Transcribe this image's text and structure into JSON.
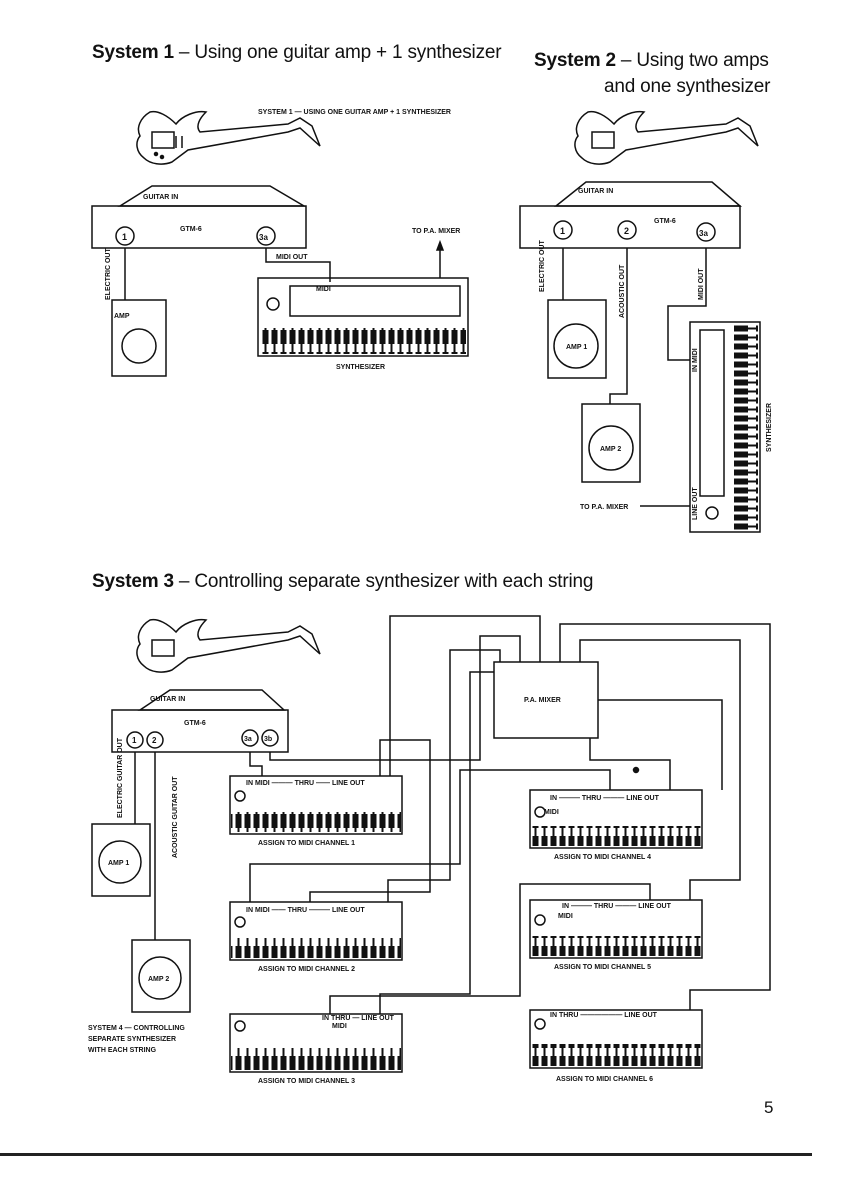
{
  "headings": {
    "system1_bold": "System 1",
    "system1_rest": " – Using one guitar amp + 1 synthesizer",
    "system2_bold": "System 2",
    "system2_rest": " – Using two amps",
    "system2_line2": "and one synthesizer",
    "system3_bold": "System 3",
    "system3_rest": " – Controlling separate synthesizer with each string"
  },
  "diagram1": {
    "caption": "SYSTEM 1 — USING ONE GUITAR AMP + 1 SYNTHESIZER",
    "guitar_in": "GUITAR IN",
    "gtm": "GTM-6",
    "port1": "1",
    "port3a": "3a",
    "electric_out": "ELECTRIC OUT",
    "midi_out": "MIDI OUT",
    "to_pa_mixer": "TO P.A. MIXER",
    "midi": "MIDI",
    "amp": "AMP",
    "synthesizer": "SYNTHESIZER"
  },
  "diagram2": {
    "guitar_in": "GUITAR IN",
    "gtm": "GTM-6",
    "port1": "1",
    "port2": "2",
    "port3a": "3a",
    "electric_out": "ELECTRIC OUT",
    "acoustic_out": "ACOUSTIC OUT",
    "midi_out": "MIDI OUT",
    "in_midi": "IN MIDI",
    "line_out": "LINE OUT",
    "amp1": "AMP 1",
    "amp2": "AMP 2",
    "to_pa_mixer": "TO P.A. MIXER",
    "synthesizer": "SYNTHESIZER"
  },
  "diagram3": {
    "guitar_in": "GUITAR IN",
    "gtm": "GTM-6",
    "port1": "1",
    "port2": "2",
    "port3a": "3a",
    "port3b": "3b",
    "electric_guitar_out": "ELECTRIC GUITAR OUT",
    "acoustic_guitar_out": "ACOUSTIC GUITAR OUT",
    "amp1": "AMP 1",
    "amp2": "AMP 2",
    "pa_mixer": "P.A. MIXER",
    "caption": [
      "SYSTEM 4 — CONTROLLING",
      "SEPARATE SYNTHESIZER",
      "WITH EACH STRING"
    ],
    "synths": [
      {
        "top": "IN MIDI ——— THRU —— LINE OUT",
        "assign": "ASSIGN TO MIDI CHANNEL 1"
      },
      {
        "top": "IN MIDI —— THRU ——— LINE OUT",
        "assign": "ASSIGN TO MIDI CHANNEL 2"
      },
      {
        "top": "IN THRU — LINE OUT",
        "midi": "MIDI",
        "assign": "ASSIGN TO MIDI CHANNEL 3"
      },
      {
        "top": "IN ——— THRU ——— LINE OUT",
        "midi": "MIDI",
        "assign": "ASSIGN TO MIDI CHANNEL 4"
      },
      {
        "top": "IN ——— THRU ——— LINE OUT",
        "midi": "MIDI",
        "assign": "ASSIGN TO MIDI CHANNEL 5"
      },
      {
        "top": "IN THRU —————— LINE OUT",
        "assign": "ASSIGN TO MIDI CHANNEL 6"
      }
    ]
  },
  "page_number": "5"
}
